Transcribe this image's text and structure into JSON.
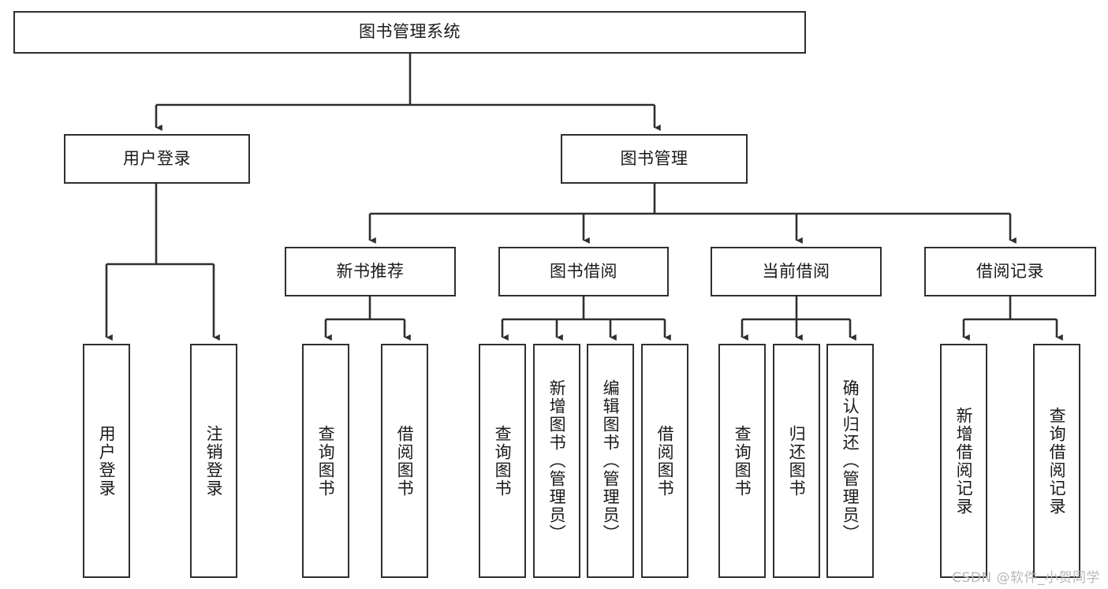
{
  "diagram": {
    "title": "图书管理系统",
    "type": "hierarchy-tree",
    "watermark": "CSDN @软件_小贺同学",
    "colors": {
      "box_border": "#2f2f2f",
      "box_fill": "#ffffff",
      "connector": "#2f2f2f",
      "text": "#1a1a1a",
      "watermark": "#b8b8b8"
    },
    "root": {
      "label": "图书管理系统"
    },
    "level2": [
      {
        "label": "用户登录"
      },
      {
        "label": "图书管理"
      }
    ],
    "level3": [
      {
        "label": "新书推荐"
      },
      {
        "label": "图书借阅"
      },
      {
        "label": "当前借阅"
      },
      {
        "label": "借阅记录"
      }
    ],
    "leaves": {
      "user_login": [
        {
          "label": "用户登录"
        },
        {
          "label": "注销登录"
        }
      ],
      "new_book_recommend": [
        {
          "label": "查询图书"
        },
        {
          "label": "借阅图书"
        }
      ],
      "book_borrow": [
        {
          "label": "查询图书"
        },
        {
          "label": "新增图书（管理员）"
        },
        {
          "label": "编辑图书（管理员）"
        },
        {
          "label": "借阅图书"
        }
      ],
      "current_borrow": [
        {
          "label": "查询图书"
        },
        {
          "label": "归还图书"
        },
        {
          "label": "确认归还（管理员）"
        }
      ],
      "borrow_record": [
        {
          "label": "新增借阅记录"
        },
        {
          "label": "查询借阅记录"
        }
      ]
    }
  }
}
